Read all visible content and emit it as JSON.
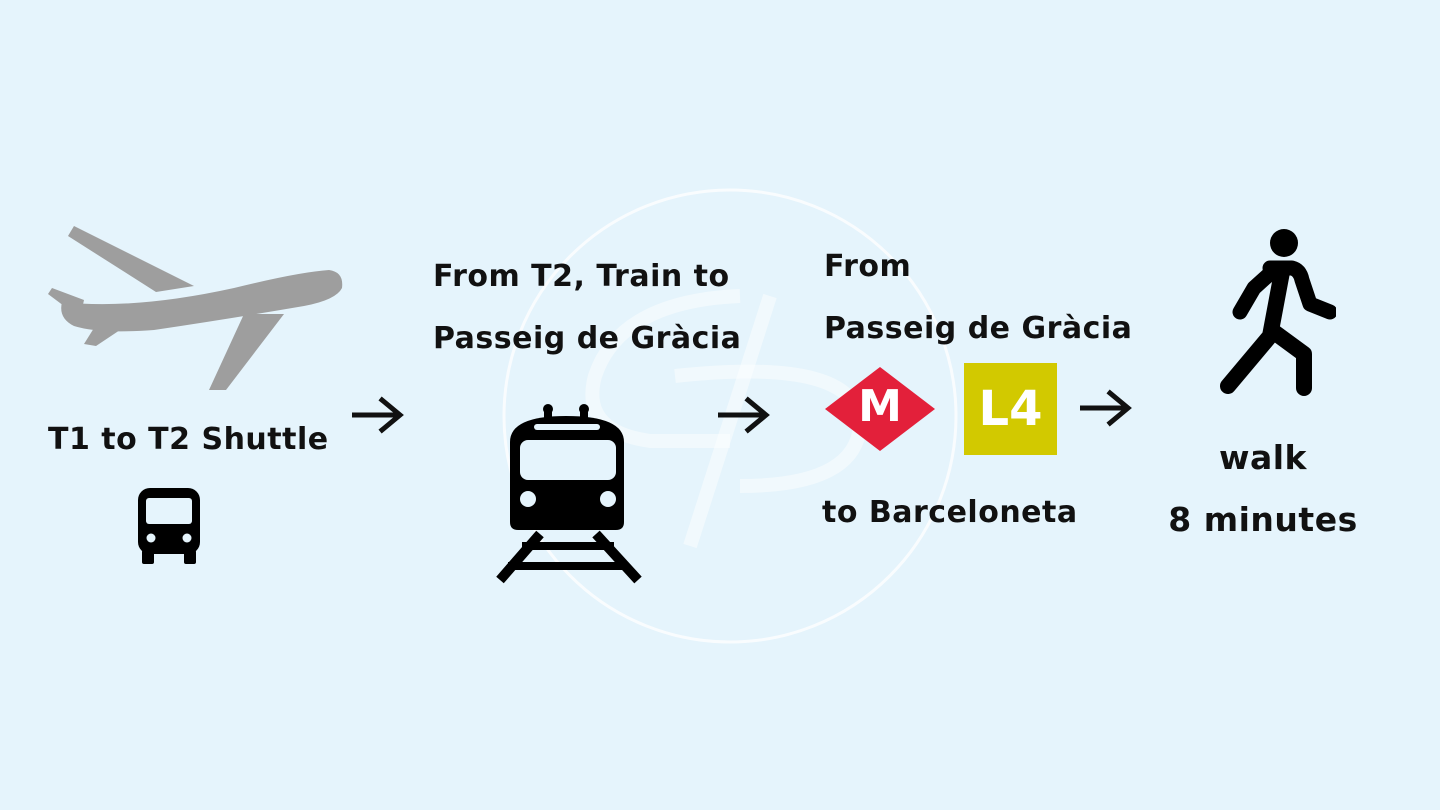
{
  "steps": {
    "shuttle": {
      "label": "T1 to T2 Shuttle",
      "icons": [
        "airplane-icon",
        "bus-icon"
      ]
    },
    "train": {
      "line1": "From T2, Train to",
      "line2": "Passeig de Gràcia",
      "icon": "train-icon"
    },
    "metro": {
      "line1": "From",
      "line2": "Passeig de Gràcia",
      "metro_logo": "M",
      "line_badge": "L4",
      "line3": "to Barceloneta",
      "colors": {
        "metro_red": "#e3203a",
        "line_yellow": "#d2c900"
      }
    },
    "walk": {
      "line1": "walk",
      "line2": "8 minutes",
      "icon": "pedestrian-icon"
    }
  },
  "arrows": [
    "arrow-right-icon",
    "arrow-right-icon",
    "arrow-right-icon"
  ],
  "watermark": {
    "icon": "watermark-logo"
  },
  "colors": {
    "background": "#e5f4fc",
    "airplane": "#9e9e9e",
    "icons": "#000000"
  }
}
